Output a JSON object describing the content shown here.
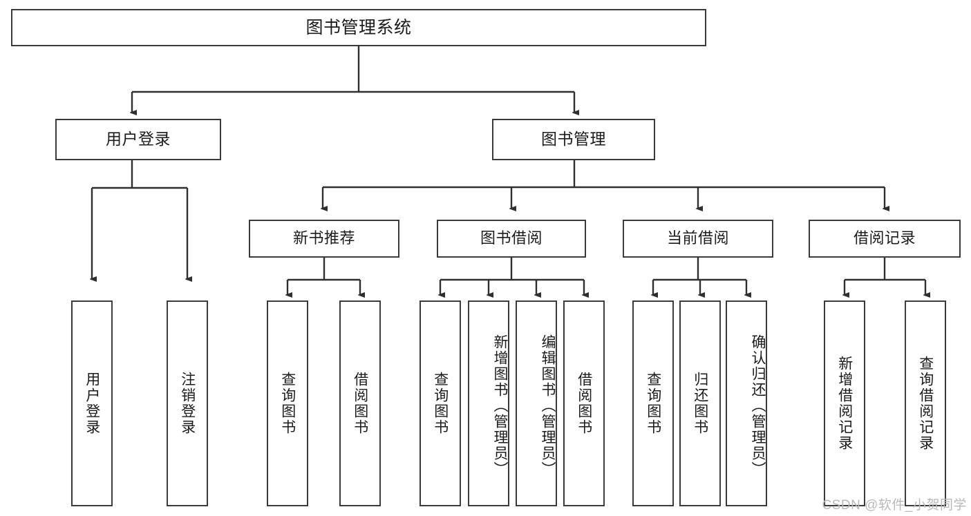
{
  "diagram": {
    "title_node": {
      "label": "图书管理系统"
    },
    "level2": [
      {
        "id": "user-login",
        "label": "用户登录"
      },
      {
        "id": "book-management",
        "label": "图书管理"
      }
    ],
    "level3": [
      {
        "id": "new-book-recommend",
        "label": "新书推荐"
      },
      {
        "id": "book-borrow",
        "label": "图书借阅"
      },
      {
        "id": "current-borrow",
        "label": "当前借阅"
      },
      {
        "id": "borrow-record",
        "label": "借阅记录"
      }
    ],
    "leaves": {
      "user_login": [
        {
          "id": "leaf-user-login",
          "label": "用户登录"
        },
        {
          "id": "leaf-logout-login",
          "label": "注销登录"
        }
      ],
      "new_book_recommend": [
        {
          "id": "leaf-query-book-1",
          "label": "查询图书"
        },
        {
          "id": "leaf-borrow-book-1",
          "label": "借阅图书"
        }
      ],
      "book_borrow": [
        {
          "id": "leaf-query-book-2",
          "label": "查询图书"
        },
        {
          "id": "leaf-add-book-admin",
          "label": "新增图书（管理员）"
        },
        {
          "id": "leaf-edit-book-admin",
          "label": "编辑图书（管理员）"
        },
        {
          "id": "leaf-borrow-book-2",
          "label": "借阅图书"
        }
      ],
      "current_borrow": [
        {
          "id": "leaf-query-book-3",
          "label": "查询图书"
        },
        {
          "id": "leaf-return-book",
          "label": "归还图书"
        },
        {
          "id": "leaf-confirm-return-admin",
          "label": "确认归还（管理员）"
        }
      ],
      "borrow_record": [
        {
          "id": "leaf-add-borrow-record",
          "label": "新增借阅记录"
        },
        {
          "id": "leaf-query-borrow-record",
          "label": "查询借阅记录"
        }
      ]
    }
  },
  "watermark": {
    "text": "CSDN @软件_小贺同学"
  },
  "colors": {
    "stroke": "#3a3a3a",
    "fill": "#ffffff",
    "text": "#1b1b1b",
    "watermark": "#b9b9b9"
  }
}
